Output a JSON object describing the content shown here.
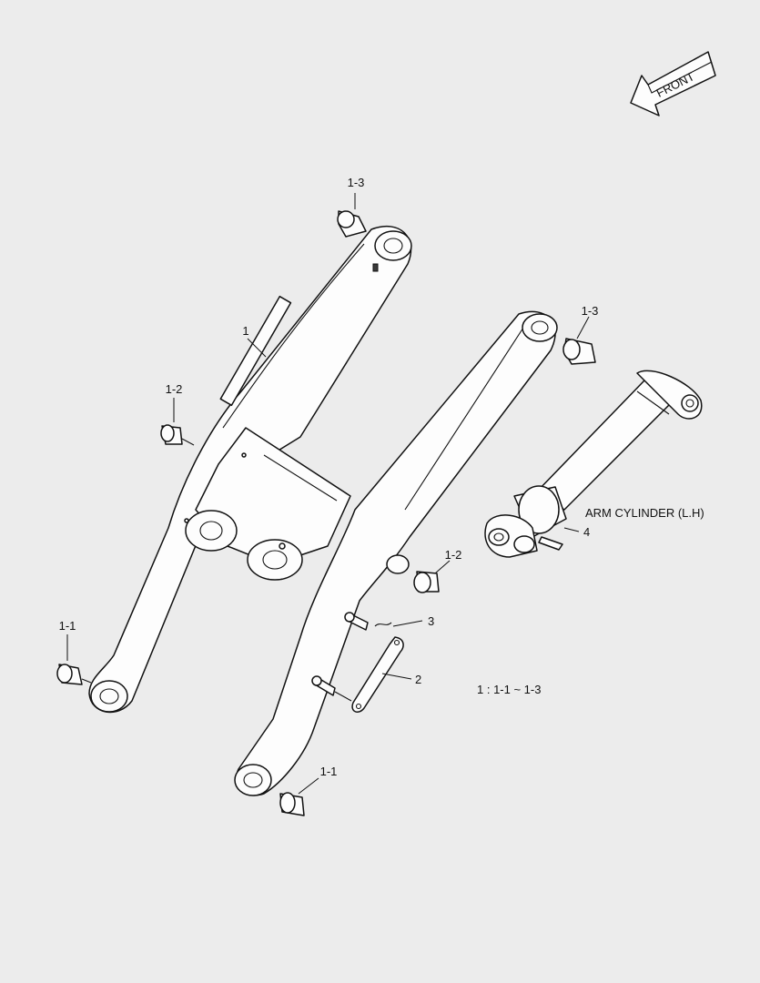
{
  "direction_arrow": {
    "label": "FRONT"
  },
  "callouts": {
    "arm": "1",
    "bushing_top_left": "1-3",
    "bushing_top_right": "1-3",
    "bushing_mid_left": "1-2",
    "bushing_mid_right": "1-2",
    "bushing_bottom_left": "1-1",
    "bushing_bottom_right": "1-1",
    "link": "2",
    "pin": "3",
    "cylinder_pin": "4"
  },
  "cylinder_caption": "ARM CYLINDER (L.H)",
  "legend_note": "1 : 1-1 ~ 1-3"
}
